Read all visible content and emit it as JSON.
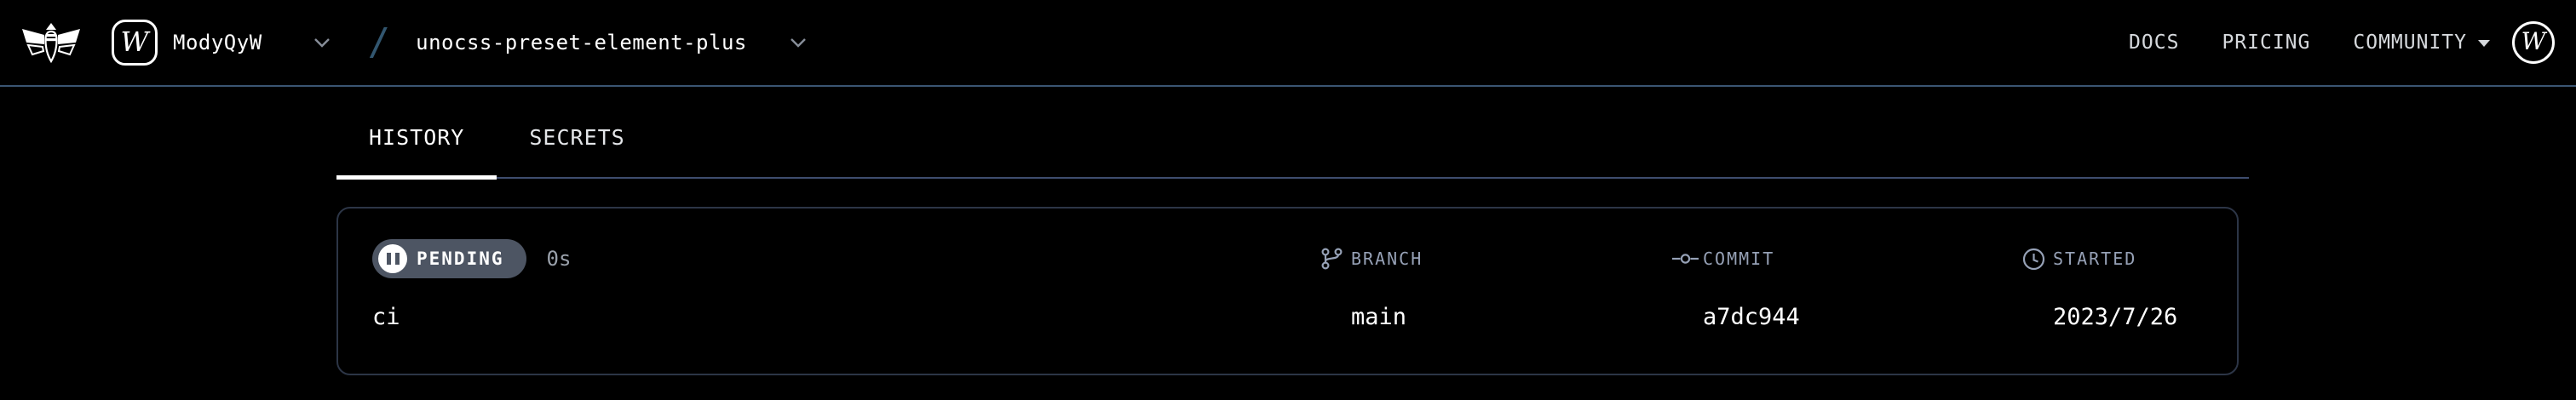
{
  "navbar": {
    "logo_icon": "firefly-logo-icon",
    "org": {
      "avatar_letter": "W",
      "name": "ModyQyW"
    },
    "separator": "/",
    "project": "unocss-preset-element-plus",
    "links": [
      {
        "label": "DOCS"
      },
      {
        "label": "PRICING"
      },
      {
        "label": "COMMUNITY",
        "has_dropdown": true
      }
    ],
    "user_avatar_letter": "W"
  },
  "tabs": [
    {
      "label": "HISTORY",
      "active": true
    },
    {
      "label": "SECRETS",
      "active": false
    }
  ],
  "card": {
    "status": {
      "icon": "pause-icon",
      "label": "PENDING",
      "duration": "0s"
    },
    "job_name": "ci",
    "columns": [
      {
        "icon": "git-branch-icon",
        "label": "BRANCH",
        "value": "main"
      },
      {
        "icon": "git-commit-icon",
        "label": "COMMIT",
        "value": "a7dc944"
      },
      {
        "icon": "clock-icon",
        "label": "STARTED",
        "value": "2023/7/26"
      }
    ]
  },
  "colors": {
    "page_bg": "#000000",
    "text": "#FFFFFF",
    "navbar_border": "#3A5572",
    "accent_slash": "#32566F",
    "tabstrip_border": "#3E4D6E",
    "card_border": "#2C3546",
    "badge_bg": "#4D5563",
    "muted_label": "#96A1B6",
    "muted_text": "#9AA1AB",
    "link_text": "#D6D9DD"
  }
}
